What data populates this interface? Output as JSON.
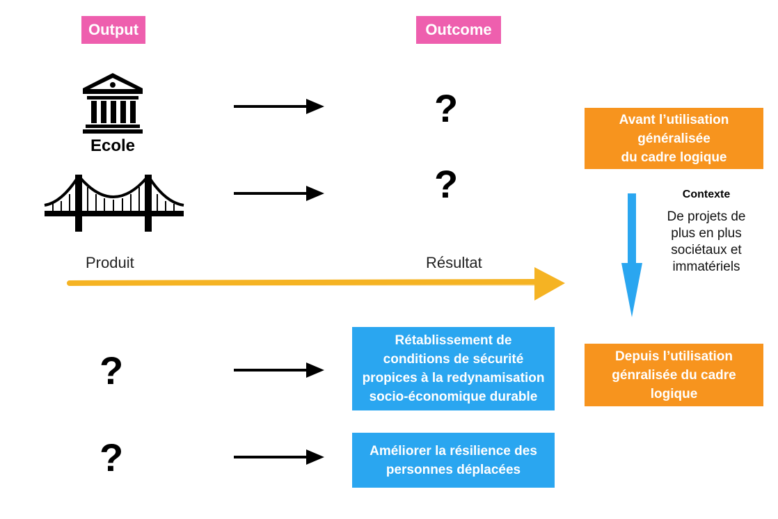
{
  "headers": {
    "output": "Output",
    "outcome": "Outcome"
  },
  "output_items": [
    {
      "icon": "school-building-icon",
      "label": "Ecole"
    },
    {
      "icon": "suspension-bridge-icon",
      "label": ""
    }
  ],
  "question_mark": "?",
  "axis": {
    "left_label": "Produit",
    "right_label": "Résultat",
    "arrow_color": "#f5b323"
  },
  "outcome_boxes": [
    {
      "text": "Rétablissement de conditions de sécurité propices à la redynamisation socio-économique durable",
      "lines": [
        "Rétablissement de",
        "conditions de sécurité",
        "propices à la redynamisation",
        "socio-économique durable"
      ]
    },
    {
      "text": "Améliorer la résilience des personnes déplacées",
      "lines": [
        "Améliorer la résilience des",
        "personnes déplacées"
      ]
    }
  ],
  "timeline": {
    "before": {
      "lines": [
        "Avant l’utilisation",
        "généralisée",
        "du cadre logique"
      ]
    },
    "after": {
      "lines": [
        "Depuis l’utilisation",
        "génralisée du cadre",
        "logique"
      ]
    },
    "context_title": "Contexte",
    "context_lines": [
      "De projets de",
      "plus en plus",
      "sociétaux et",
      "immatériels"
    ],
    "arrow_color": "#2aa6f0"
  },
  "colors": {
    "pink": "#ee5fae",
    "blue": "#2aa6f0",
    "orange": "#f7941e",
    "yellow": "#f5b323"
  }
}
